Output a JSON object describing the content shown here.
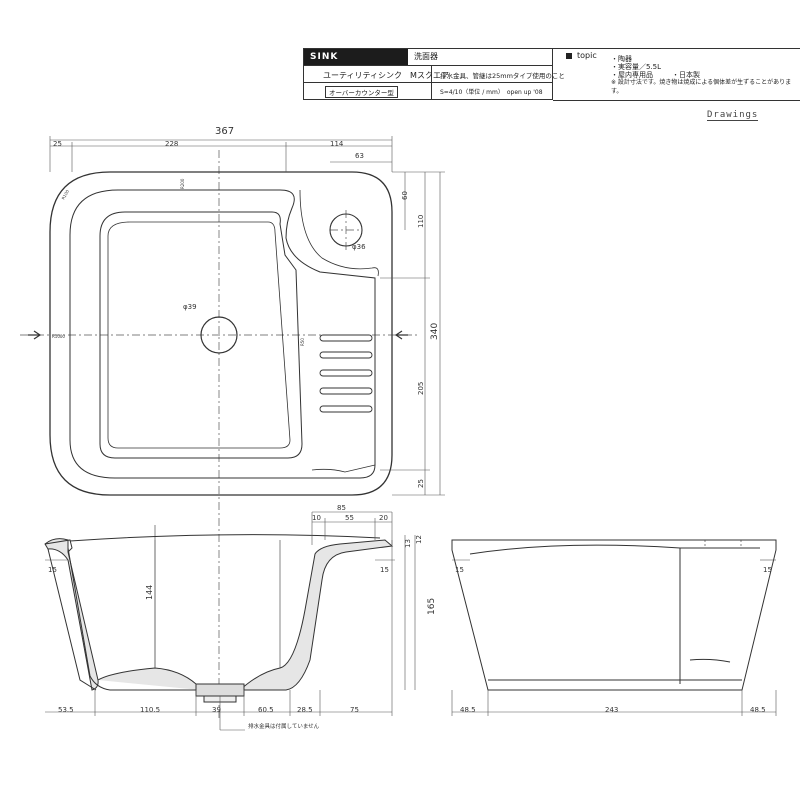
{
  "title_block": {
    "product_type": "SINK",
    "category": "洗面器",
    "model_name": "ユーティリティシンク　Mスクエア",
    "install_type": "オーバーカウンター型",
    "note": "排水金具、管継は25mmタイプ使用のこと",
    "scale": "S=4/10（単位 / mm）　open up '08"
  },
  "topic": {
    "label": "topic",
    "items": [
      "・陶器",
      "・実容量／5.5L",
      "・屋内専用品",
      "・日本製",
      "※ 設計寸法です。焼き物は焼成による個体差が生ずることがあります。"
    ]
  },
  "drawings_label": "Drawings",
  "dimensions": {
    "top_width": "367",
    "top_left": "25",
    "top_mid": "228",
    "top_right": "114",
    "hole_offset": "63",
    "hole_v1": "60",
    "hole_v2": "110",
    "hole_dia": "φ36",
    "drain_dia": "φ39",
    "depth_total": "340",
    "right_lower": "205",
    "right_bottom": "25",
    "sec_85": "85",
    "sec_10": "10",
    "sec_55": "55",
    "sec_20": "20",
    "sec_13": "13",
    "sec_12": "12",
    "sec_15_left": "15",
    "sec_15_inner": "15",
    "sec_144": "144",
    "sec_165": "165",
    "bot_53_5": "53.5",
    "bot_110_5": "110.5",
    "bot_39": "39",
    "bot_60_5": "60.5",
    "bot_28_5": "28.5",
    "bot_75": "75",
    "side_15_left": "15",
    "side_15_right": "15",
    "side_48_5_left": "48.5",
    "side_243": "243",
    "side_48_5_right": "48.5",
    "radius_r100": "R100",
    "radius_r200": "R200",
    "radius_r1000": "R1000",
    "radius_r50": "R50"
  },
  "drain_note": "排水金具は付属していません"
}
